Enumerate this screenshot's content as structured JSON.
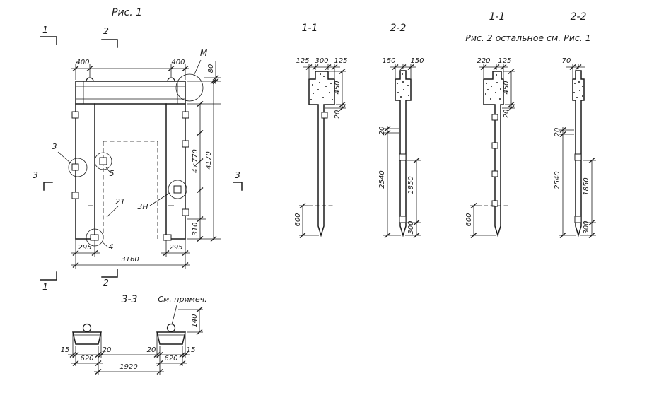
{
  "sheet": {
    "background": "#ffffff",
    "ink_color": "#1c1c1c"
  },
  "fig1": {
    "title": "Рис. 1",
    "cut_top_1": "1",
    "cut_top_2": "2",
    "cut_bottom_1": "1",
    "cut_bottom_2": "2",
    "cut_left_3": "3",
    "cut_right_3": "3",
    "dim_400_left": "400",
    "dim_400_right": "400",
    "dim_80": "80",
    "dim_4x770": "4×770",
    "dim_4170": "4170",
    "dim_310": "310",
    "dim_295_left": "295",
    "dim_295_right": "295",
    "dim_3160": "3160",
    "callout_m": "М",
    "callout_3": "3",
    "callout_5": "5",
    "callout_21": "21",
    "callout_3n": "3Н",
    "callout_4": "4"
  },
  "sec11a": {
    "title": "1-1",
    "dim_125_left": "125",
    "dim_300": "300",
    "dim_125_right": "125",
    "dim_450": "450",
    "dim_20": "20",
    "dim_600": "600"
  },
  "sec22a": {
    "title": "2-2",
    "dim_150_left": "150",
    "dim_150_right": "150",
    "dim_20": "20",
    "dim_2540": "2540",
    "dim_1850": "1850",
    "dim_300": "300"
  },
  "fig2": {
    "caption": "Рис. 2  остальное см. Рис. 1"
  },
  "sec11b": {
    "title": "1-1",
    "dim_220": "220",
    "dim_125": "125",
    "dim_450": "450",
    "dim_20": "20",
    "dim_600": "600"
  },
  "sec22b": {
    "title": "2-2",
    "dim_70": "70",
    "dim_20": "20",
    "dim_2540": "2540",
    "dim_1850": "1850",
    "dim_300": "300"
  },
  "sec33": {
    "title": "3-3",
    "note": "См. примеч.",
    "dim_140": "140",
    "dim_15_left": "15",
    "dim_20_left": "20",
    "dim_20_right": "20",
    "dim_15_right": "15",
    "dim_620_left": "620",
    "dim_1920": "1920",
    "dim_620_right": "620"
  }
}
